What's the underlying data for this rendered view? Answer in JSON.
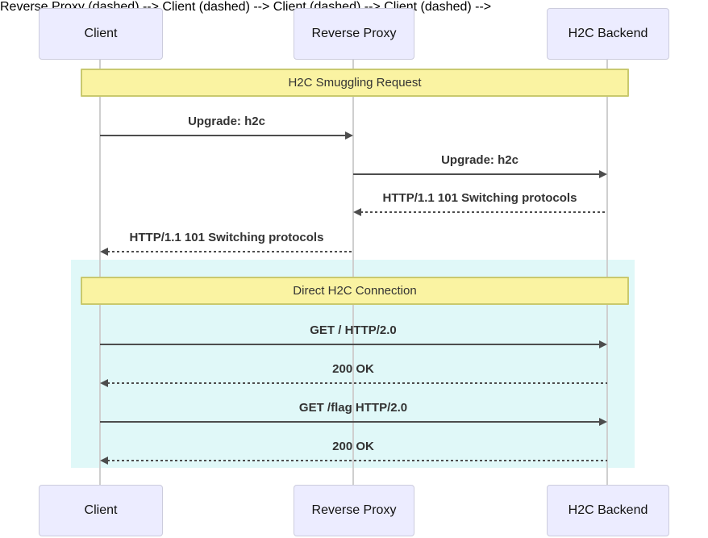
{
  "diagram": {
    "type": "sequence-diagram",
    "actors": [
      {
        "id": "client",
        "label": "Client"
      },
      {
        "id": "reverse-proxy",
        "label": "Reverse Proxy"
      },
      {
        "id": "h2c-backend",
        "label": "H2C Backend"
      }
    ],
    "banners": [
      {
        "label": "H2C Smuggling Request"
      },
      {
        "label": "Direct H2C Connection"
      }
    ],
    "messages": [
      {
        "from": "Client",
        "to": "Reverse Proxy",
        "label": "Upgrade: h2c",
        "line": "solid"
      },
      {
        "from": "Reverse Proxy",
        "to": "H2C Backend",
        "label": "Upgrade: h2c",
        "line": "solid"
      },
      {
        "from": "H2C Backend",
        "to": "Reverse Proxy",
        "label": "HTTP/1.1 101 Switching protocols",
        "line": "dashed"
      },
      {
        "from": "Reverse Proxy",
        "to": "Client",
        "label": "HTTP/1.1 101 Switching protocols",
        "line": "dashed"
      },
      {
        "from": "Client",
        "to": "H2C Backend",
        "label": "GET / HTTP/2.0",
        "line": "solid"
      },
      {
        "from": "H2C Backend",
        "to": "Client",
        "label": "200 OK",
        "line": "dashed"
      },
      {
        "from": "Client",
        "to": "H2C Backend",
        "label": "GET /flag HTTP/2.0",
        "line": "solid"
      },
      {
        "from": "H2C Backend",
        "to": "Client",
        "label": "200 OK",
        "line": "dashed"
      }
    ],
    "colors": {
      "actor_fill": "#ececff",
      "actor_border": "#ccccdd",
      "banner_fill": "#faf3a2",
      "banner_border": "#c9c96e",
      "highlight_fill": "#e0f8f8",
      "lifeline": "#cfcfcf",
      "arrow_line": "#4d4d4d",
      "text": "#333333"
    }
  }
}
